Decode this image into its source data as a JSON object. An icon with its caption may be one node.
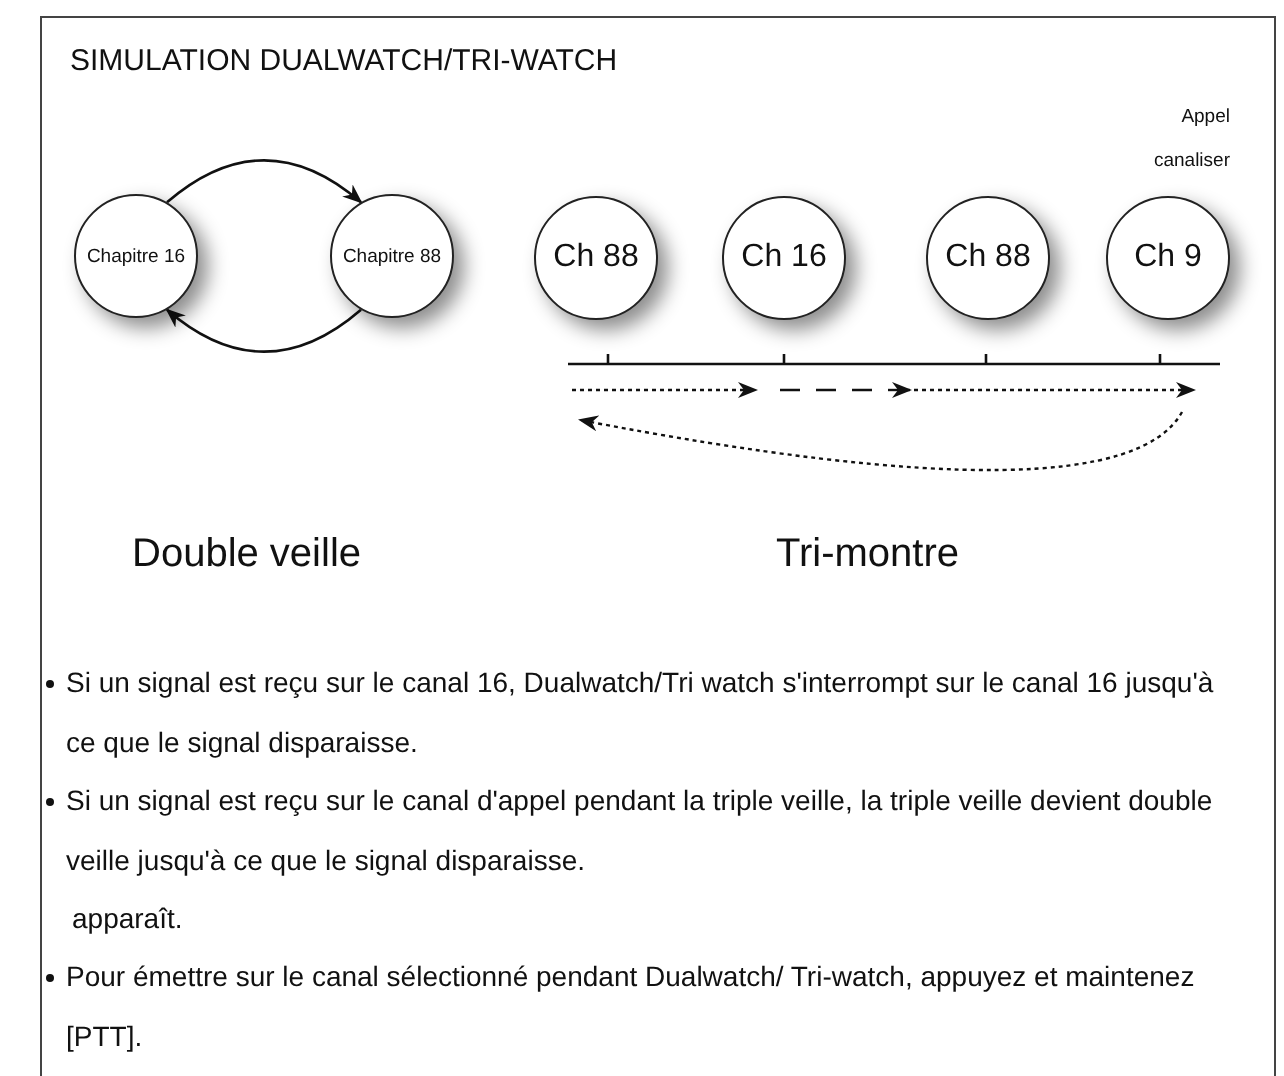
{
  "diagram": {
    "title": "SIMULATION DUALWATCH/TRI-WATCH",
    "nodes": [
      {
        "text": [
          "Chapitre 16"
        ]
      },
      {
        "text": [
          "Chapitre 88"
        ]
      },
      {
        "text": [
          "Ch 88"
        ]
      },
      {
        "text": [
          "Ch 16"
        ]
      },
      {
        "text": [
          "Ch 88"
        ]
      },
      {
        "text": [
          "Ch 9"
        ],
        "beside": [
          "Appel canaliser"
        ]
      }
    ],
    "edges": [
      {
        "from": 0,
        "to": 1,
        "arrow": "to"
      },
      {
        "from": 1,
        "to": 0,
        "arrow": "to"
      }
    ],
    "labels": [
      "Double veille",
      "Tri-montre",
      "Si un signal est reçu sur le canal 16, Dualwatch/Tri watch s'interrompt sur le canal 16 jusqu'à ce que le signal disparaisse.",
      "Si un signal est reçu sur le canal d'appel pendant la triple veille, la triple veille devient double veille jusqu'à ce que le signal disparaisse.",
      "apparaît.",
      "Pour émettre sur le canal sélectionné pendant Dualwatch/ Tri-watch, appuyez et maintenez [PTT]."
    ]
  }
}
